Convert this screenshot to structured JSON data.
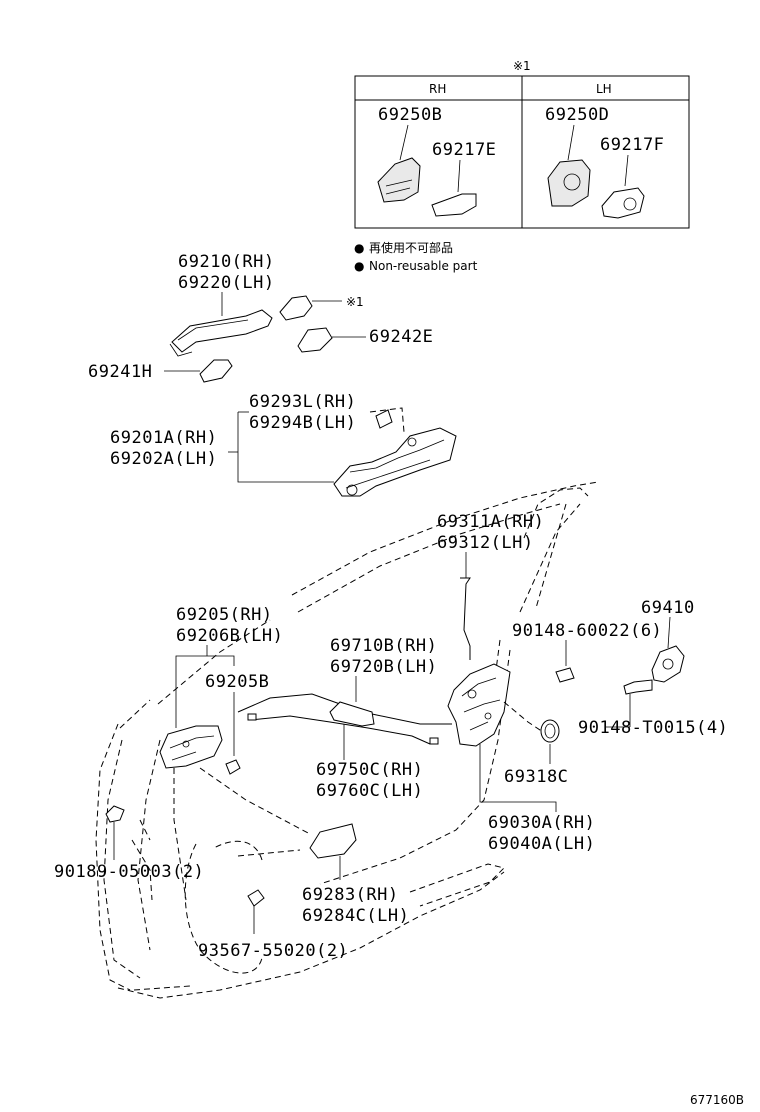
{
  "callout_table": {
    "marker": "※1",
    "headers": [
      "RH",
      "LH"
    ],
    "rh_parts": [
      "69250B",
      "69217E"
    ],
    "lh_parts": [
      "69250D",
      "69217F"
    ]
  },
  "legend": {
    "bullet": "●",
    "line_jp": "再使用不可部品",
    "line_en": "Non-reusable part"
  },
  "parts": {
    "outer_handle": [
      "69210(RH)",
      "69220(LH)"
    ],
    "handle_cover_ref": "※1",
    "p69242e": "69242E",
    "p69241h": "69241H",
    "frame": [
      "69293L(RH)",
      "69294B(LH)"
    ],
    "frame_assy": [
      "69201A(RH)",
      "69202A(LH)"
    ],
    "lock_rod": [
      "69311A(RH)",
      "69312(LH)"
    ],
    "striker": "69410",
    "screw1": "90148-60022(6)",
    "screw2": "90148-T0015(4)",
    "inner_handle": [
      "69205(RH)",
      "69206B(LH)"
    ],
    "p69205b": "69205B",
    "lock_cable": [
      "69710B(RH)",
      "69720B(LH)"
    ],
    "open_cable": [
      "69750C(RH)",
      "69760C(LH)"
    ],
    "p69318c": "69318C",
    "lock_assy": [
      "69030A(RH)",
      "69040A(LH)"
    ],
    "screw3": "90189-05003(2)",
    "cover": [
      "69283(RH)",
      "69284C(LH)"
    ],
    "screw4": "93567-55020(2)"
  },
  "diagram_id": "677160B"
}
